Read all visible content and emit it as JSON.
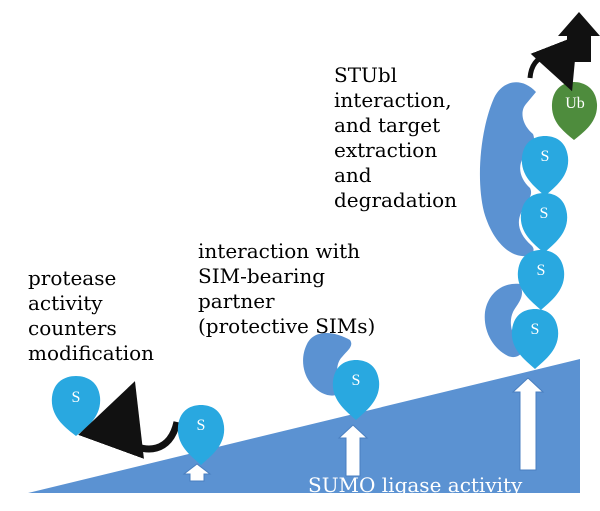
{
  "labels": {
    "protease": "protease activity counters modification",
    "interaction": "interaction with SIM-bearing partner (protective SIMs)",
    "stubl": "STUbl interaction, and target extraction and degradation",
    "ligase": "SUMO ligase activity"
  },
  "sumo_label": "S",
  "ub_label": "Ub",
  "colors": {
    "ramp": "#5b92d2",
    "sumo": "#29a8e0",
    "partner": "#5b92d2",
    "ubiquitin": "#4e8c3d",
    "arrow_fill": "#ffffff",
    "dark_arrow": "#111111"
  }
}
